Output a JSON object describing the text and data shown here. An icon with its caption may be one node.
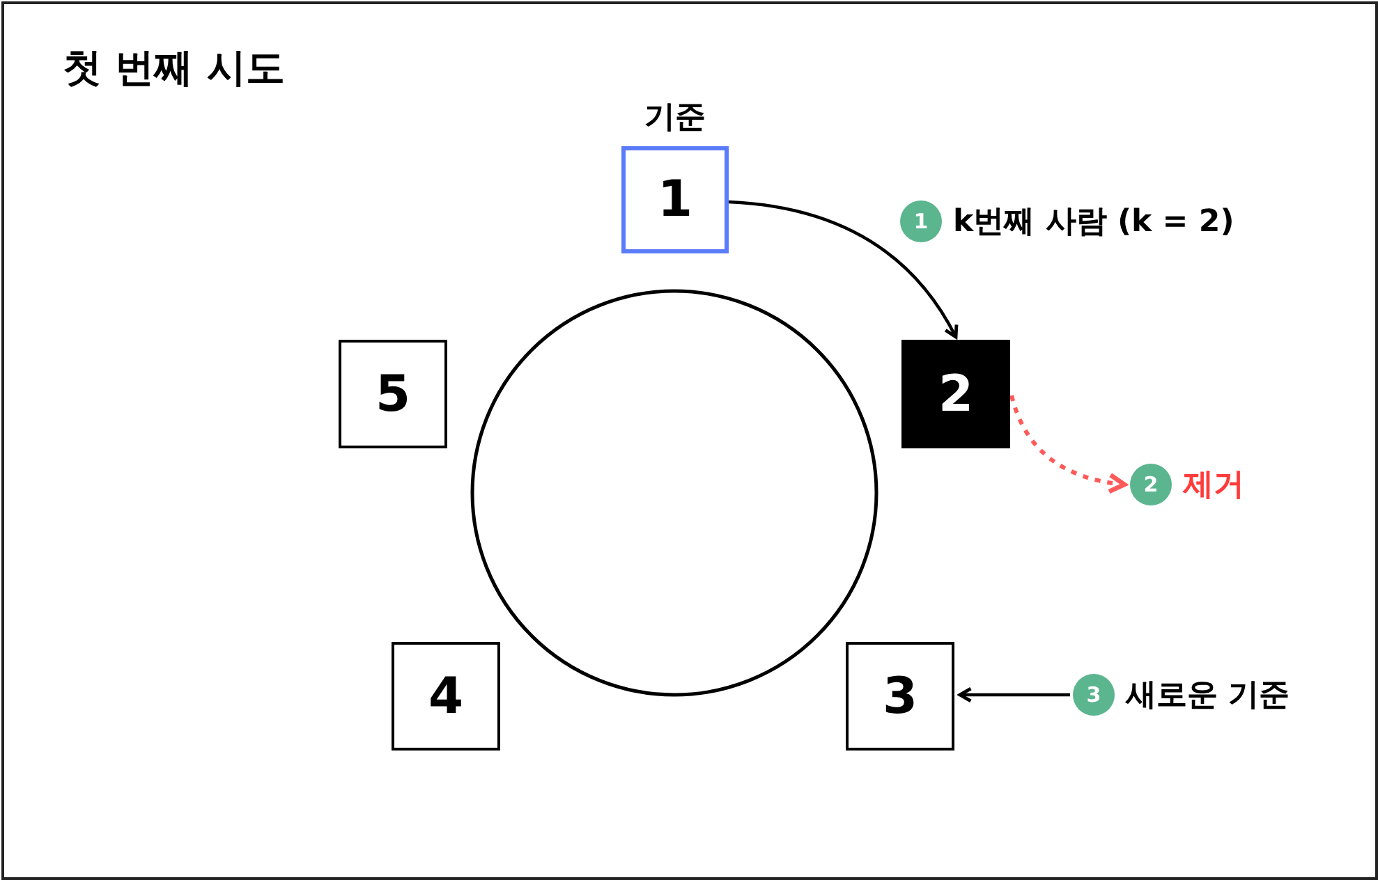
{
  "diagram": {
    "title": "첫 번째 시도",
    "nodes": [
      {
        "text": [
          "1"
        ],
        "beside": [
          "기준"
        ]
      },
      {
        "text": [
          "2"
        ]
      },
      {
        "text": [
          "3"
        ]
      },
      {
        "text": [
          "4"
        ]
      },
      {
        "text": [
          "5"
        ]
      },
      {
        "text": [
          "2",
          "제거"
        ]
      },
      {
        "text": [
          "3",
          "새로운 기준"
        ]
      },
      {
        "text": [
          "1",
          "k번째 사람 (k = 2)"
        ]
      }
    ],
    "edges": [
      {
        "from": 0,
        "to": 1,
        "arrow": "to"
      },
      {
        "from": 1,
        "to": 5,
        "arrow": "to",
        "style": "dashed",
        "color": "#ff5a5a"
      },
      {
        "from": 6,
        "to": 2,
        "arrow": "to"
      }
    ]
  }
}
